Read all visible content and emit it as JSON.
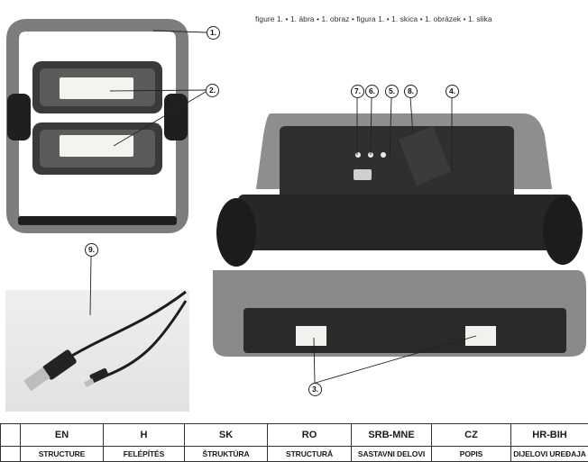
{
  "figure_caption": "figure 1. • 1. ábra • 1. obraz • figura 1. • 1. skica • 1. obrázek • 1. slika",
  "callouts": [
    "1.",
    "2.",
    "3.",
    "4.",
    "5.",
    "6.",
    "7.",
    "8.",
    "9."
  ],
  "table": {
    "headers": [
      "EN",
      "H",
      "SK",
      "RO",
      "SRB-MNE",
      "CZ",
      "HR-BIH"
    ],
    "row": [
      "STRUCTURE",
      "FELÉPÍTÉS",
      "ŠTRUKTÚRA",
      "STRUCTURĂ",
      "SASTAVNI DELOVI",
      "POPIS",
      "DIJELOVI UREĐAJA"
    ]
  },
  "colors": {
    "frame_gray": "#8d8d8d",
    "body_dark": "#2b2b2b",
    "led_white": "#f2f2ee"
  }
}
